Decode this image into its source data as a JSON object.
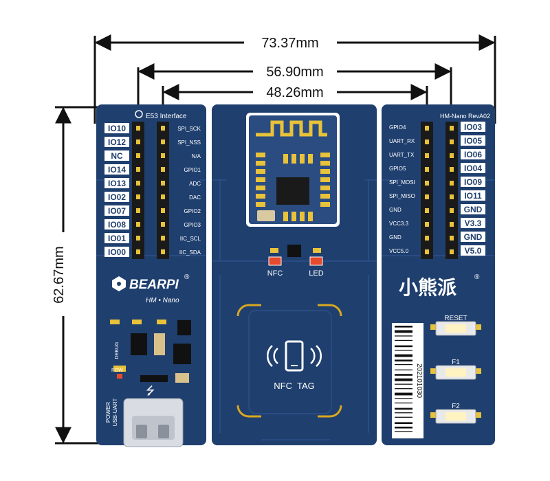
{
  "dimensions": {
    "total_width": "73.37mm",
    "outer_pin_spacing": "56.90mm",
    "inner_pin_spacing": "48.26mm",
    "height": "62.67mm"
  },
  "left_panel": {
    "title": "E53 Interface",
    "io_labels": [
      "IO10",
      "IO12",
      "NC",
      "IO14",
      "IO13",
      "IO02",
      "IO07",
      "IO08",
      "IO01",
      "IO00"
    ],
    "pin_labels": [
      "SPI_SCK",
      "SPI_NSS",
      "N/A",
      "GPIO1",
      "ADC",
      "DAC",
      "GPIO2",
      "GPIO3",
      "IIC_SCL",
      "IIC_SDA"
    ],
    "brand": "BEARPI",
    "model": "HM • Nano",
    "debug_label": "DEBUG",
    "pow_label": "POW",
    "usb_label": "POWER\nUSB-UART"
  },
  "center_panel": {
    "nfc_led_label": "NFC",
    "led_label": "LED",
    "nfc_tag_label": "NFC  TAG"
  },
  "right_panel": {
    "title": "HM-Nano RevA02",
    "io_labels": [
      "IO03",
      "IO05",
      "IO06",
      "IO04",
      "IO09",
      "IO11",
      "GND",
      "V3.3",
      "GND",
      "V5.0"
    ],
    "pin_labels": [
      "GPIO4",
      "UART_RX",
      "UART_TX",
      "GPIO5",
      "SPI_MOSI",
      "SPI_MISO",
      "GND",
      "VCC3.3",
      "GND",
      "VCC5.0"
    ],
    "brand_cn": "小熊派",
    "buttons": [
      "RESET",
      "F1",
      "F2"
    ],
    "barcode_text": "202101030"
  },
  "colors": {
    "board": "#1f3f6e",
    "board_edge": "#2a4c80",
    "silk": "#ffffff",
    "header": "#1a1a1a",
    "gold": "#e8c23a",
    "dimension": "#111111"
  }
}
